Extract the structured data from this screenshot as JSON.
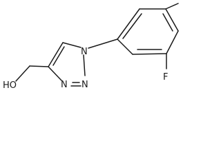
{
  "structure": {
    "type": "skeletal-formula",
    "atoms": {
      "hydroxyl": "HO",
      "triazole_n1": "N",
      "triazole_n2": "N",
      "triazole_n3": "N",
      "fluorine": "F"
    }
  }
}
